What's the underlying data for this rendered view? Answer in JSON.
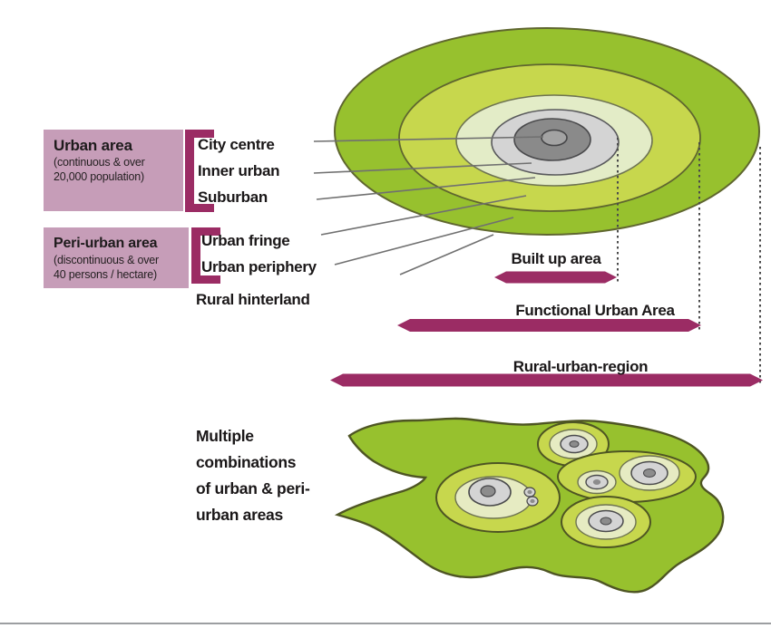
{
  "colors": {
    "plum": "#9B2C64",
    "box_fill": "#C69DB8",
    "leader_gray": "#707070",
    "guide_gray": "#4B4B4B",
    "divider_gray": "#9C9EA1"
  },
  "urban_box": {
    "title": "Urban area",
    "subtitle_lines": [
      "(continuous & over",
      "20,000 population)"
    ]
  },
  "periurban_box": {
    "title": "Peri-urban area",
    "subtitle_lines": [
      "(discontinuous & over",
      "40 persons / hectare)"
    ]
  },
  "zones": [
    {
      "label": "City centre",
      "fill": "#A3A3A3"
    },
    {
      "label": "Inner urban",
      "fill": "#8A8A8A"
    },
    {
      "label": "Suburban",
      "fill": "#D4D4D4"
    },
    {
      "label": "Urban fringe",
      "fill": "#E3ECC7"
    },
    {
      "label": "Urban periphery",
      "fill": "#C7D74D"
    },
    {
      "label": "Rural hinterland",
      "fill": "#97C12E"
    }
  ],
  "arrows": [
    {
      "label": "Built up area"
    },
    {
      "label": "Functional Urban Area"
    },
    {
      "label": "Rural-urban-region"
    }
  ],
  "bottom": {
    "caption_lines": [
      "Multiple",
      "combinations",
      "of urban & peri-",
      "urban areas"
    ],
    "cluster": {
      "ring": "#C7D74D",
      "pale": "#E6EBC2",
      "gray": "#D4D4D4",
      "dot": "#8C8C8C"
    }
  }
}
